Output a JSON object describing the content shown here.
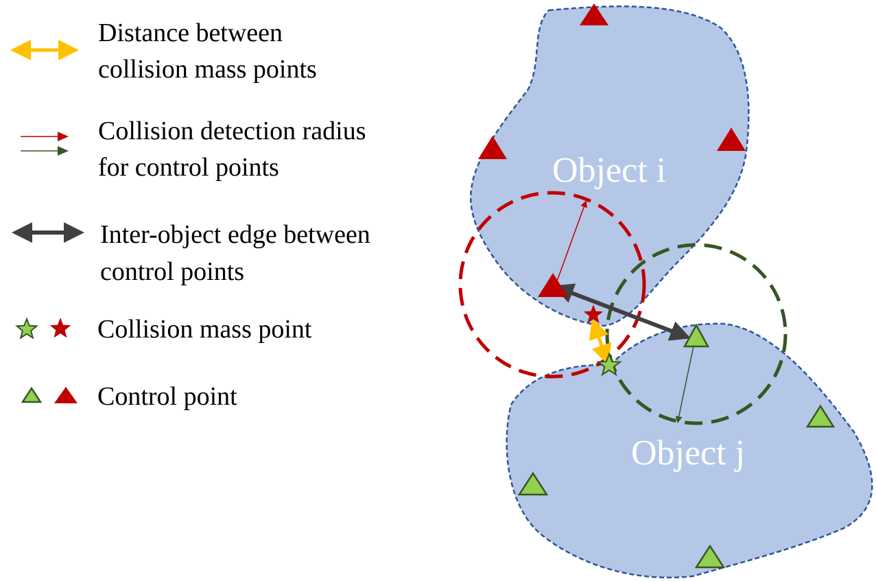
{
  "legend": {
    "distance": {
      "line1": "Distance between",
      "line2": "collision mass points",
      "color": "#FFC000"
    },
    "radius": {
      "line1": "Collision detection radius",
      "line2": "for control points",
      "colors": [
        "#C00000",
        "#375623"
      ]
    },
    "edge": {
      "line1": "Inter-object edge between",
      "line2": "control points",
      "color": "#404040"
    },
    "mass_point": {
      "label": "Collision mass point",
      "colors": [
        "#70AD47",
        "#C00000"
      ]
    },
    "control_point": {
      "label": "Control point",
      "colors": [
        "#70AD47",
        "#C00000"
      ]
    }
  },
  "objects": {
    "object_i": {
      "label": "Object i",
      "fill": "#B4C7E7",
      "outline": "#2F5597"
    },
    "object_j": {
      "label": "Object j",
      "fill": "#B4C7E7",
      "outline": "#2F5597"
    }
  },
  "colors": {
    "red_marker": "#C00000",
    "green_marker": "#92D050",
    "green_marker_stroke": "#375623",
    "yellow_arrow": "#FFC000",
    "dark_arrow": "#404040"
  }
}
